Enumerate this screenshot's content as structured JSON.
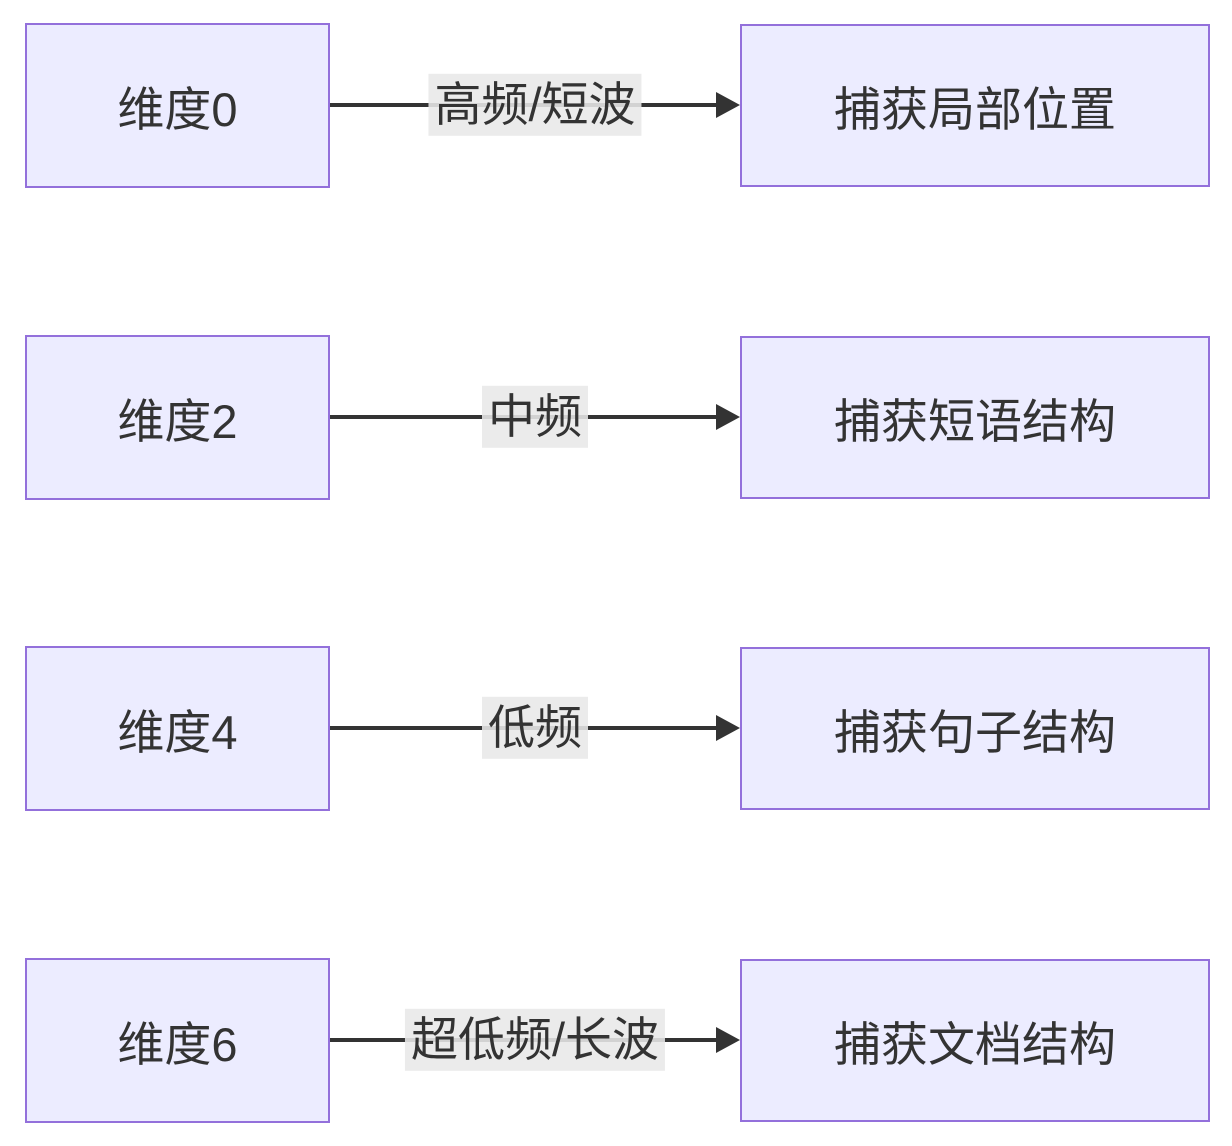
{
  "diagram": {
    "type": "flowchart-lr",
    "colors": {
      "node_fill": "#ECECFF",
      "node_border": "#9370DB",
      "edge_line": "#333333",
      "edge_label_bg": "#E8E8E8",
      "text": "#333333",
      "background": "#FFFFFF"
    },
    "rows": [
      {
        "source": "维度0",
        "edge_label": "高频/短波",
        "target": "捕获局部位置"
      },
      {
        "source": "维度2",
        "edge_label": "中频",
        "target": "捕获短语结构"
      },
      {
        "source": "维度4",
        "edge_label": "低频",
        "target": "捕获句子结构"
      },
      {
        "source": "维度6",
        "edge_label": "超低频/长波",
        "target": "捕获文档结构"
      }
    ]
  }
}
